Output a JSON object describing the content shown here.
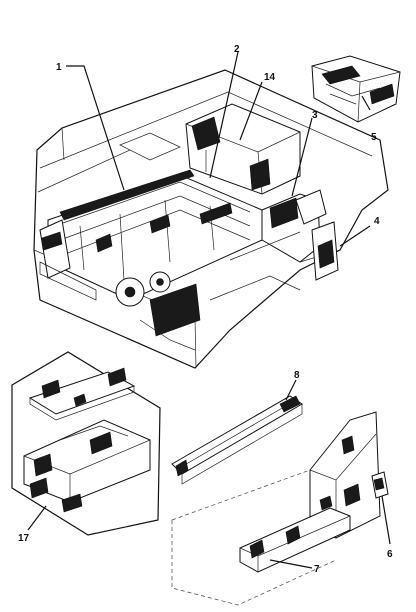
{
  "callouts": {
    "c1": "1",
    "c2": "2",
    "c14": "14",
    "c3": "3",
    "c5": "5",
    "c4": "4",
    "c8": "8",
    "c17": "17",
    "c6": "6",
    "c7": "7"
  }
}
